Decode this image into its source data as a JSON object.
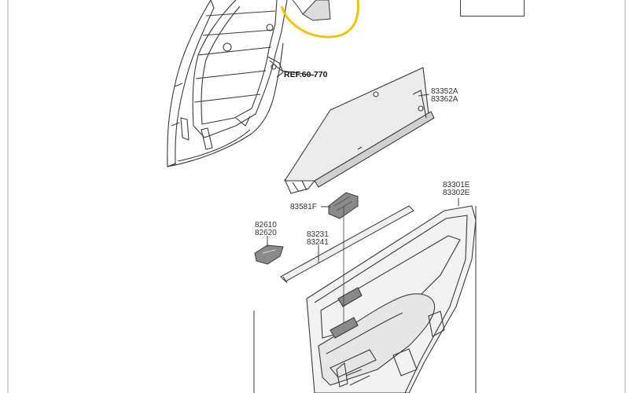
{
  "colors": {
    "line": "#3a3a3a",
    "panel_fill": "#e9e9e9",
    "dark_part": "#8a8a8a",
    "highlight_circle": "#f2c400",
    "frame_border": "#bdbdbd"
  },
  "labels": {
    "ref_door": "REF.60-770",
    "sunshade_a": "83352A",
    "sunshade_b": "83362A",
    "trim_a": "83301E",
    "trim_b": "83302E",
    "switch": "83581F",
    "handle_a": "82610",
    "handle_b": "82620",
    "strip_a": "83231",
    "strip_b": "83241"
  }
}
